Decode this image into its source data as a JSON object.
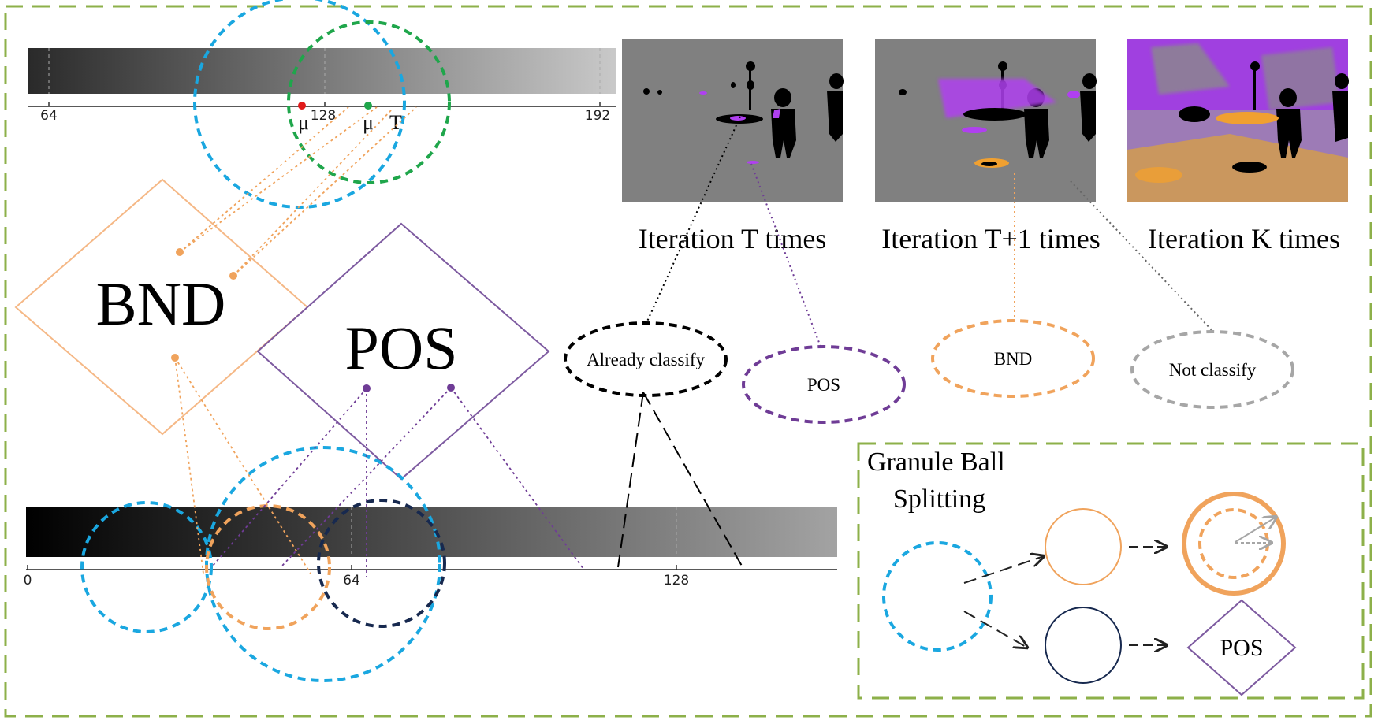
{
  "top_scale": {
    "ticks": [
      "64",
      "128",
      "192"
    ],
    "mu_red": "μ",
    "mu_green": "μ",
    "t_label": "T"
  },
  "bottom_scale": {
    "ticks": [
      "0",
      "64",
      "128"
    ]
  },
  "shapes": {
    "bnd": "BND",
    "pos": "POS"
  },
  "iterations": [
    {
      "caption": "Iteration T times"
    },
    {
      "caption": "Iteration T+1 times"
    },
    {
      "caption": "Iteration K times"
    }
  ],
  "ellipses": {
    "already": "Already classify",
    "pos": "POS",
    "bnd": "BND",
    "not": "Not classify"
  },
  "splitting": {
    "title_line1": "Granule Ball",
    "title_line2": "Splitting",
    "pos": "POS"
  },
  "colors": {
    "frame": "#8db04a",
    "blue": "#1aa7e0",
    "green": "#1fa64b",
    "orange": "#f0a35c",
    "purple": "#6f3c96",
    "navy": "#17294f",
    "gray": "#a6a6a6",
    "violet": "#b040f0"
  }
}
